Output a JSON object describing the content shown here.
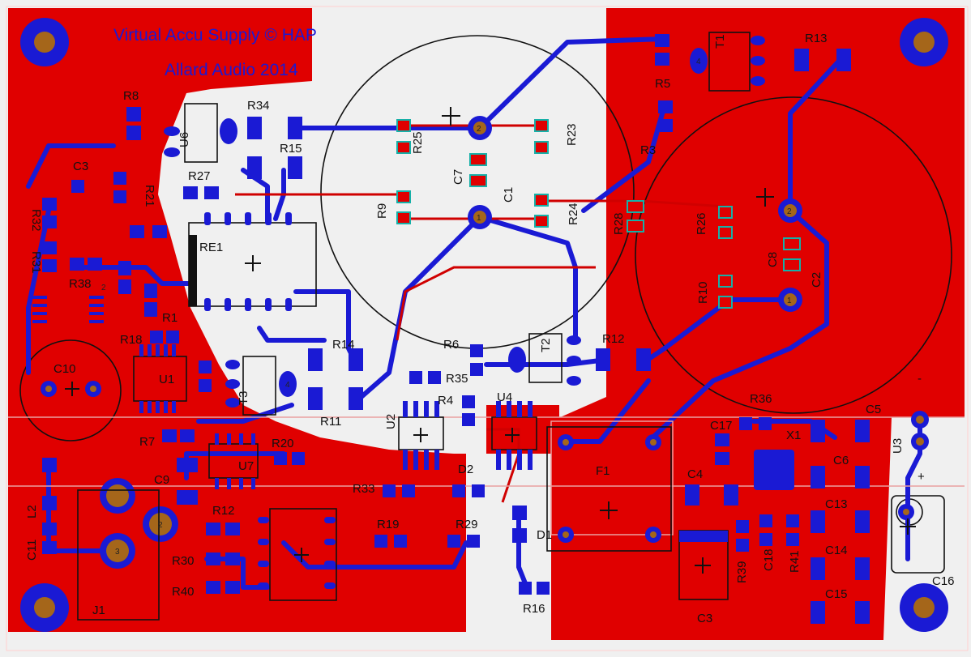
{
  "board": {
    "title_line1": "Virtual Accu Supply © HAP",
    "title_line2": "Allard Audio 2014",
    "colors": {
      "copper_top": "#e00000",
      "copper_bottom": "#1a1ad4",
      "board_bg": "#f0f0f0",
      "pad_gold": "#a5661a",
      "outline": "#111111",
      "smd_pad": "#16b0a8"
    }
  },
  "labels": {
    "R8": "R8",
    "R34": "R34",
    "R15": "R15",
    "R27": "R27",
    "C3_top": "C3",
    "R21": "R21",
    "R32": "R32",
    "R31": "R31",
    "R38": "R38",
    "U6": "U6",
    "RE1": "RE1",
    "R25": "R25",
    "C7": "C7",
    "R9": "R9",
    "R23": "R23",
    "C1": "C1",
    "R24": "R24",
    "R5": "R5",
    "R3": "R3",
    "T1": "T1",
    "R13": "R13",
    "R28": "R28",
    "R26": "R26",
    "C8": "C8",
    "C2": "C2",
    "R10": "R10",
    "R1": "R1",
    "R18": "R18",
    "C10": "C10",
    "U1": "U1",
    "T3": "T3",
    "R14": "R14",
    "R11": "R11",
    "R6": "R6",
    "R35": "R35",
    "R4": "R4",
    "T2": "T2",
    "R12": "R12",
    "R36": "R36",
    "C5": "C5",
    "C17": "C17",
    "X1": "X1",
    "U2": "U2",
    "U4": "U4",
    "R7": "R7",
    "R20": "R20",
    "U7": "U7",
    "C9": "C9",
    "L2": "L2",
    "C11": "C11",
    "R33": "R33",
    "D2": "D2",
    "F1": "F1",
    "C4": "C4",
    "C6": "C6",
    "U3": "U3",
    "C13": "C13",
    "R12b": "R12",
    "R30": "R30",
    "R40": "R40",
    "R19": "R19",
    "R29": "R29",
    "D1": "D1",
    "R16": "R16",
    "R39": "R39",
    "C18": "C18",
    "R41": "R41",
    "C14": "C14",
    "C15": "C15",
    "C16": "C16",
    "C3": "C3",
    "J1": "J1",
    "pin1": "1",
    "pin2": "2",
    "pin3": "3",
    "pin4": "4",
    "minus": "-",
    "plus": "+"
  }
}
